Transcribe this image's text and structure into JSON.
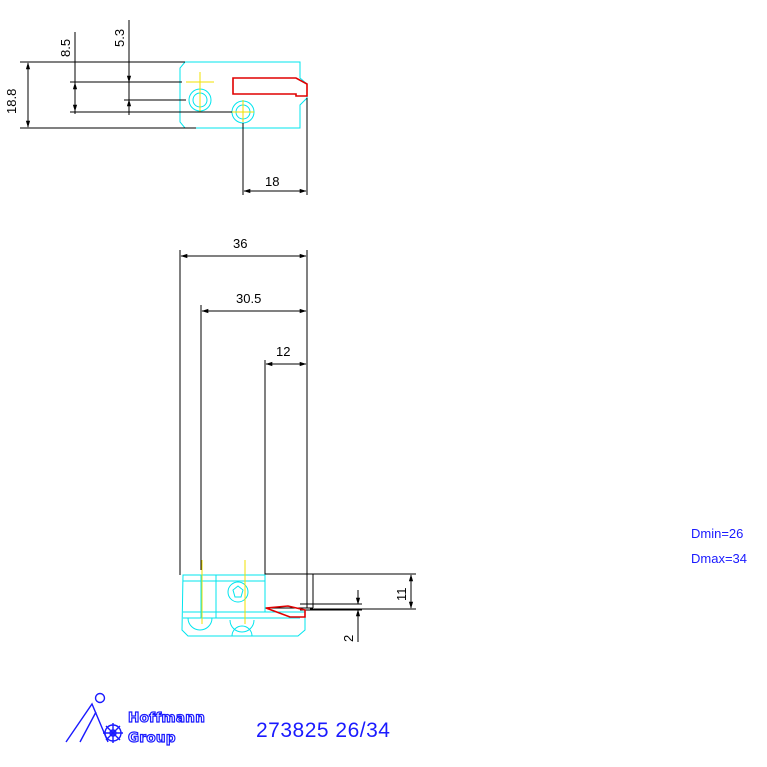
{
  "dimensions": {
    "top_view": {
      "d1": "8.5",
      "d2": "5.3",
      "d3": "18.8",
      "d4": "18"
    },
    "front_view": {
      "d1": "36",
      "d2": "30.5",
      "d3": "12",
      "d4": "11",
      "d5": "2"
    }
  },
  "notes": {
    "dmin": "Dmin=26",
    "dmax": "Dmax=34"
  },
  "title_block": {
    "brand_line1": "Hoffmann",
    "brand_line2": "Group",
    "part_number": "273825 26/34"
  },
  "colors": {
    "outline": "#00e5ee",
    "insert": "#e00000",
    "centerline": "#f0e000",
    "brand": "#1a1aff",
    "dims": "#000000"
  },
  "icons": {
    "logo": "hoffmann-group-logo-icon"
  }
}
